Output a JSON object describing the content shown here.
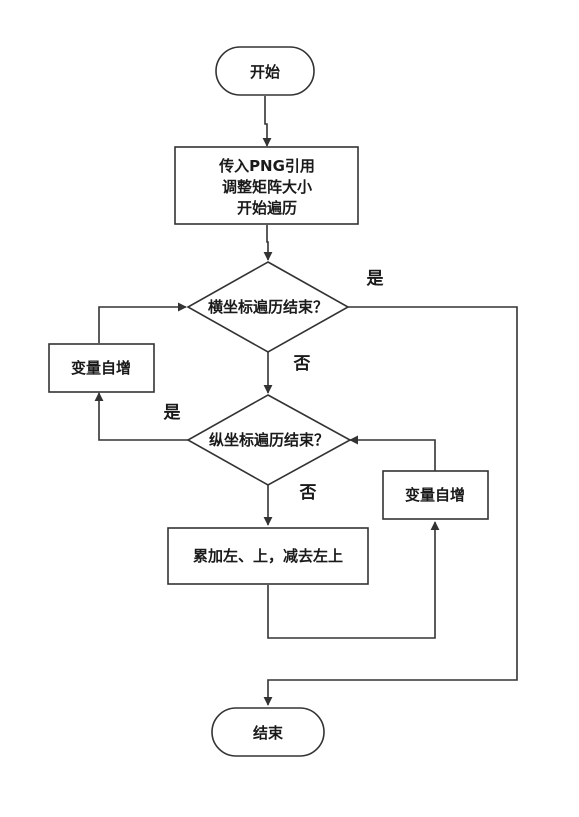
{
  "nodes": {
    "start": "开始",
    "init": [
      "传入PNG引用",
      "调整矩阵大小",
      "开始遍历"
    ],
    "x_done": "横坐标遍历结束？",
    "x_incr": "变量自增",
    "y_done": "纵坐标遍历结束？",
    "y_incr": "变量自增",
    "accumulate": "累加左、上，减去左上",
    "end": "结束"
  },
  "edge_labels": {
    "x_yes": "是",
    "x_no": "否",
    "y_yes": "是",
    "y_no": "否"
  }
}
